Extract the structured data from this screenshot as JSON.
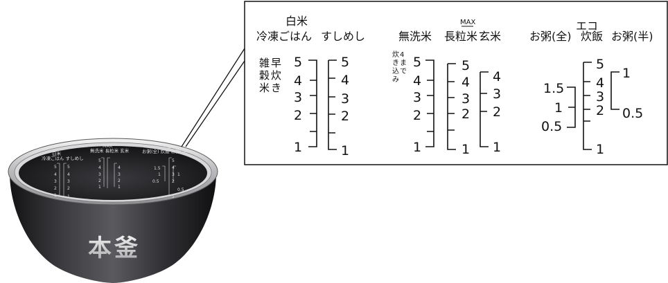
{
  "callout": {
    "groups": [
      {
        "headers": [
          "白米",
          "冷凍ごはん",
          "すしめし"
        ],
        "side_labels": [
          [
            "雑",
            "穀",
            "米"
          ],
          [
            "早",
            "炊",
            "き"
          ]
        ],
        "scale_a": [
          "5",
          "4",
          "3",
          "2",
          "1"
        ],
        "scale_b": [
          "5",
          "4",
          "3",
          "2",
          "1"
        ]
      },
      {
        "headers": [
          "MAX",
          "無洗米",
          "長粒米",
          "玄米"
        ],
        "side_labels": [
          [
            "炊",
            "き",
            "込",
            "み"
          ],
          [
            "4",
            "ま",
            "で"
          ]
        ],
        "scale_a": [
          "5",
          "4",
          "3",
          "2",
          "1"
        ],
        "scale_b": [
          "5",
          "4",
          "3",
          "2",
          "1"
        ],
        "scale_c": [
          "4",
          "3",
          "2",
          "1"
        ]
      },
      {
        "headers": [
          "エコ",
          "お粥(全)",
          "炊飯",
          "お粥(半)"
        ],
        "scale_a": [
          "1.5",
          "1",
          "0.5"
        ],
        "scale_b": [
          "5",
          "4",
          "3",
          "2",
          "1"
        ],
        "scale_c": [
          "1",
          "0.5"
        ]
      }
    ]
  },
  "pot": {
    "emblem": "本釜"
  },
  "colors": {
    "pot_body_dark": "#1f1f22",
    "pot_body_mid": "#4a4a4e",
    "rim_silver": "#c9c9cc",
    "inner_dark": "#2a2a2e",
    "callout_border": "#111111"
  }
}
